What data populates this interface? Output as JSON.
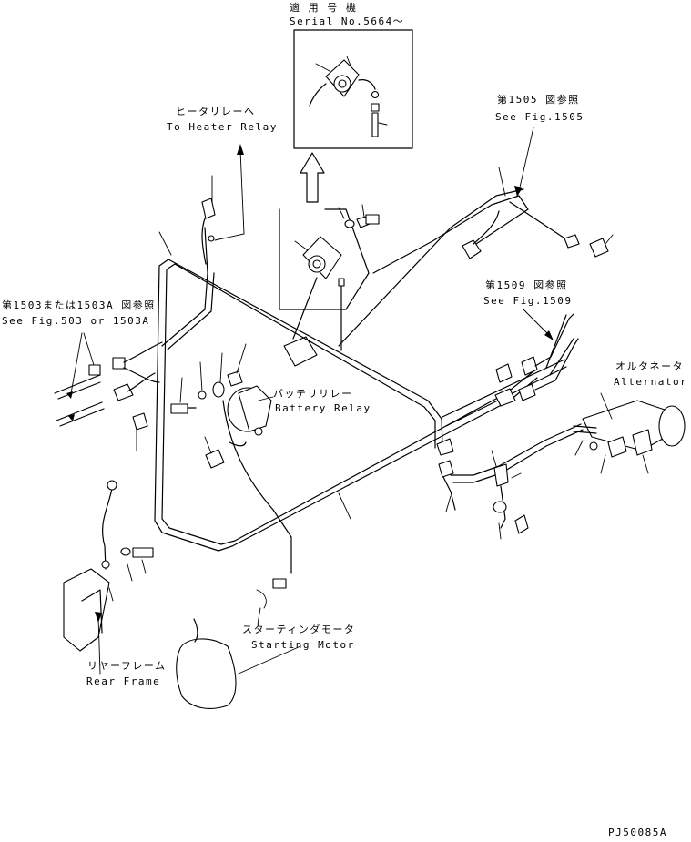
{
  "inset": {
    "title_jp": "適 用 号 機",
    "title_en": "Serial No.5664～"
  },
  "labels": {
    "heater_jp": "ヒータリレーへ",
    "heater_en": "To Heater Relay",
    "fig1505_jp": "第1505 図参照",
    "fig1505_en": "See Fig.1505",
    "fig1503_jp": "第1503または1503A 図参照",
    "fig1503_en": "See Fig.503 or 1503A",
    "fig1509_jp": "第1509 図参照",
    "fig1509_en": "See Fig.1509",
    "battery_jp": "バッテリリレー",
    "battery_en": "Battery Relay",
    "alternator_jp": "オルタネータ",
    "alternator_en": "Alternator",
    "starting_jp": "スターティンダモータ",
    "starting_en": "Starting Motor",
    "rear_jp": "リヤーフレーム",
    "rear_en": "Rear Frame"
  },
  "drawing_code": "PJ50085A"
}
